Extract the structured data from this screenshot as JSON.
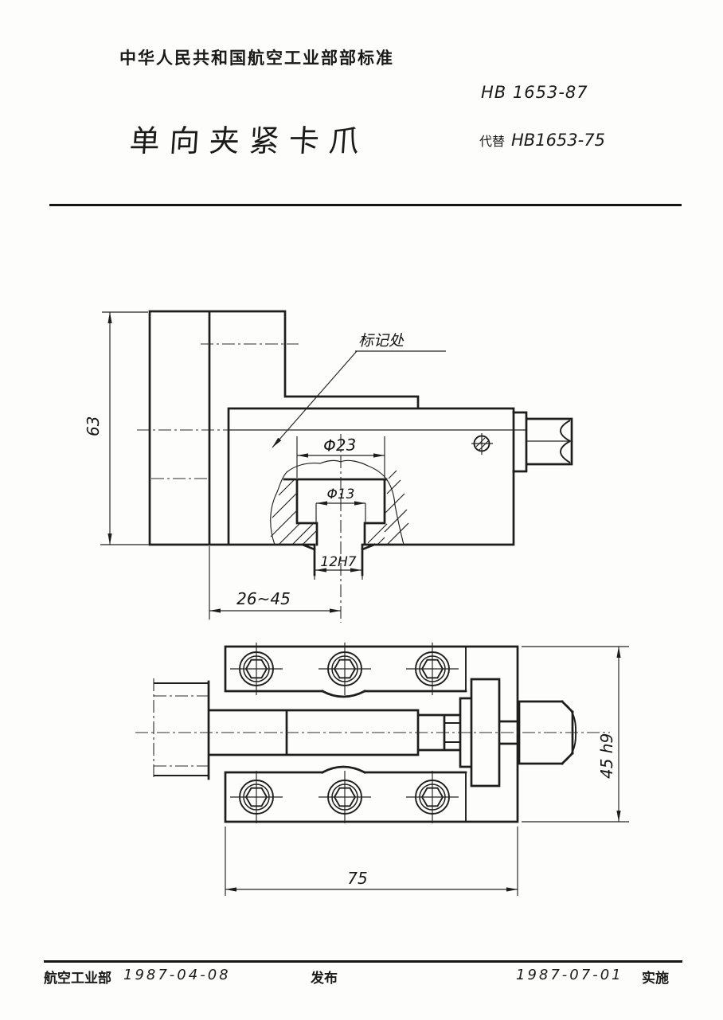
{
  "header": {
    "org_line": "中华人民共和国航空工业部部标准",
    "standard_no": "HB 1653-87",
    "doc_title": "单向夹紧卡爪",
    "supersede_label": "代替",
    "supersede_no": "HB1653-75"
  },
  "drawing": {
    "leader_label": "标记处",
    "side_view": {
      "height": "63",
      "bore_large": "Φ23",
      "bore_small": "Φ13",
      "tenon": "12H7",
      "travel": "26~45"
    },
    "plan_view": {
      "width": "45 h9",
      "length": "75"
    }
  },
  "footer": {
    "issuer": "航空工业部",
    "issue_date": "1987-04-08",
    "issue_label": "发布",
    "impl_date": "1987-07-01",
    "impl_label": "实施"
  }
}
